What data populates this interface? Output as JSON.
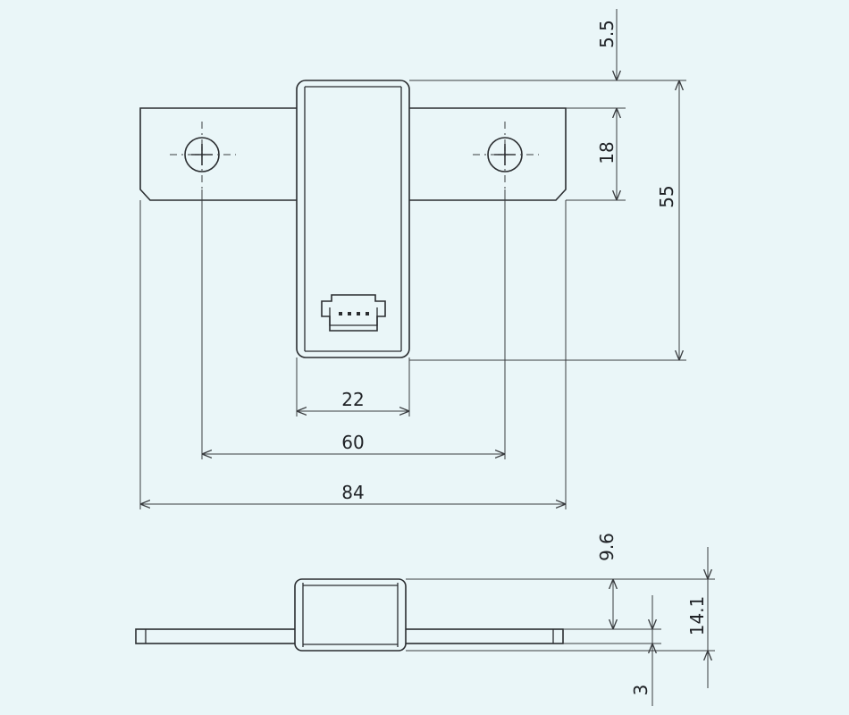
{
  "dimensions": {
    "top_offset": "5.5",
    "flange_height": "18",
    "total_height": "55",
    "body_width": "22",
    "hole_spacing": "60",
    "total_width": "84",
    "body_thickness": "9.6",
    "total_thickness": "14.1",
    "plate_thickness": "3"
  },
  "colors": {
    "background": "#eaf6f8",
    "line": "#2a2d30"
  }
}
